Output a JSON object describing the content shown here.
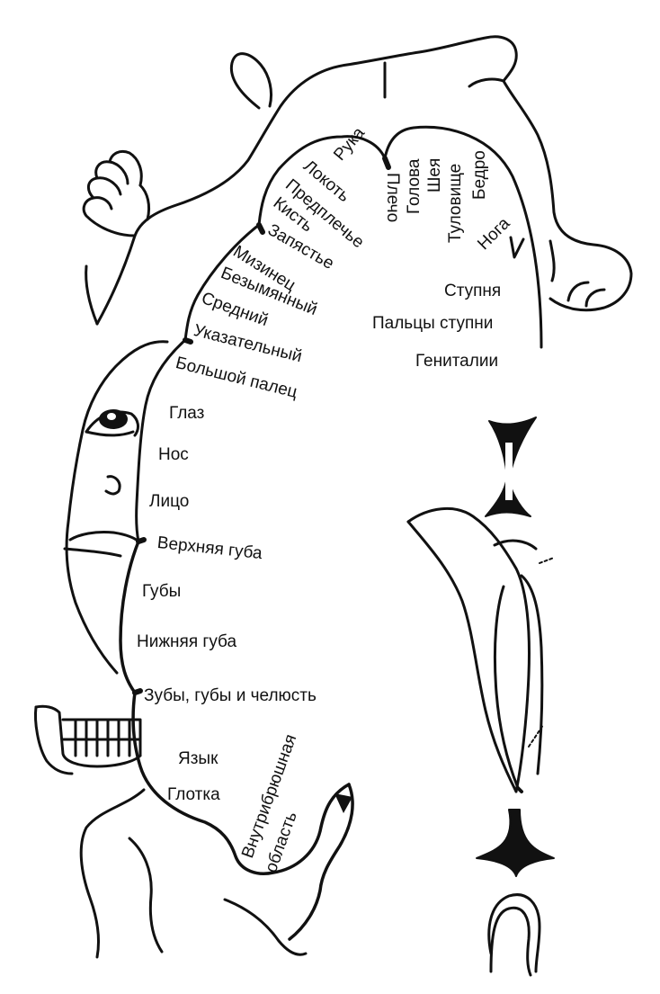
{
  "diagram": {
    "line_color": "#111111",
    "background": "#ffffff",
    "labels": {
      "ruka": "Рука",
      "lokot": "Локоть",
      "predplechye": "Предплечье",
      "kist": "Кисть",
      "zapyastye": "Запястье",
      "mizinets": "Мизинец",
      "bezymyanny": "Безымянный",
      "sredny": "Средний",
      "ukazatelny": "Указательный",
      "bolshoy_palets": "Большой палец",
      "glaz": "Глаз",
      "nos": "Нос",
      "litso": "Лицо",
      "verkhnyaya_guba": "Верхняя губа",
      "guby": "Губы",
      "nizhnyaya_guba": "Нижняя губа",
      "zuby_guby_chelyust": "Зубы, губы и челюсть",
      "yazyk": "Язык",
      "glotka": "Глотка",
      "vnutribryushnaya": "Внутрибрюшная",
      "oblast": "область",
      "plecho": "Плечо",
      "golova": "Голова",
      "sheya": "Шея",
      "tulovishche": "Туловище",
      "bedro": "Бедро",
      "noga": "Нога",
      "stupnya": "Ступня",
      "paltsy_stupni": "Пальцы ступни",
      "genitalii": "Гениталии"
    }
  }
}
